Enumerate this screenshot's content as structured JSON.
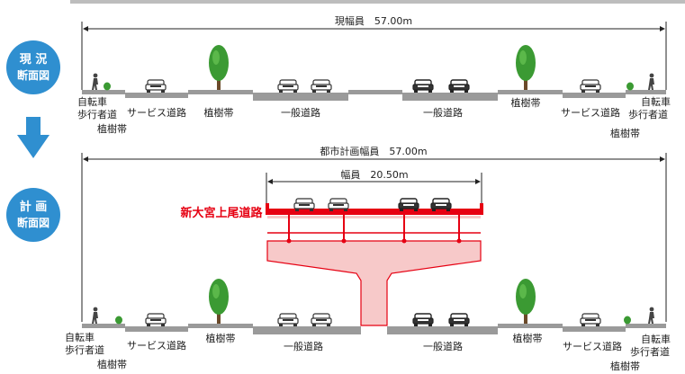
{
  "colors": {
    "accent_blue": "#2f8fd0",
    "viaduct_red": "#e60012",
    "viaduct_fill": "#f7c9c9",
    "tree_green": "#3b9a33",
    "road_gray": "#9a9a9a"
  },
  "current_section": {
    "badge_line1": "現 況",
    "badge_line2": "断面図",
    "width_label": "現幅員　57.00m"
  },
  "planned_section": {
    "badge_line1": "計 画",
    "badge_line2": "断面図",
    "width_label": "都市計画幅員　57.00m",
    "viaduct_width_label": "幅員　20.50m",
    "viaduct_name": "新大宮上尾道路"
  },
  "labels": {
    "bike_line1": "自転車",
    "bike_line2": "歩行者道",
    "planting_zone": "植樹帯",
    "service_road": "サービス道路",
    "general_road": "一般道路"
  },
  "icons": [
    "arrow-down-icon",
    "tree-icon",
    "car-icon",
    "pedestrian-icon",
    "shrub-icon"
  ]
}
